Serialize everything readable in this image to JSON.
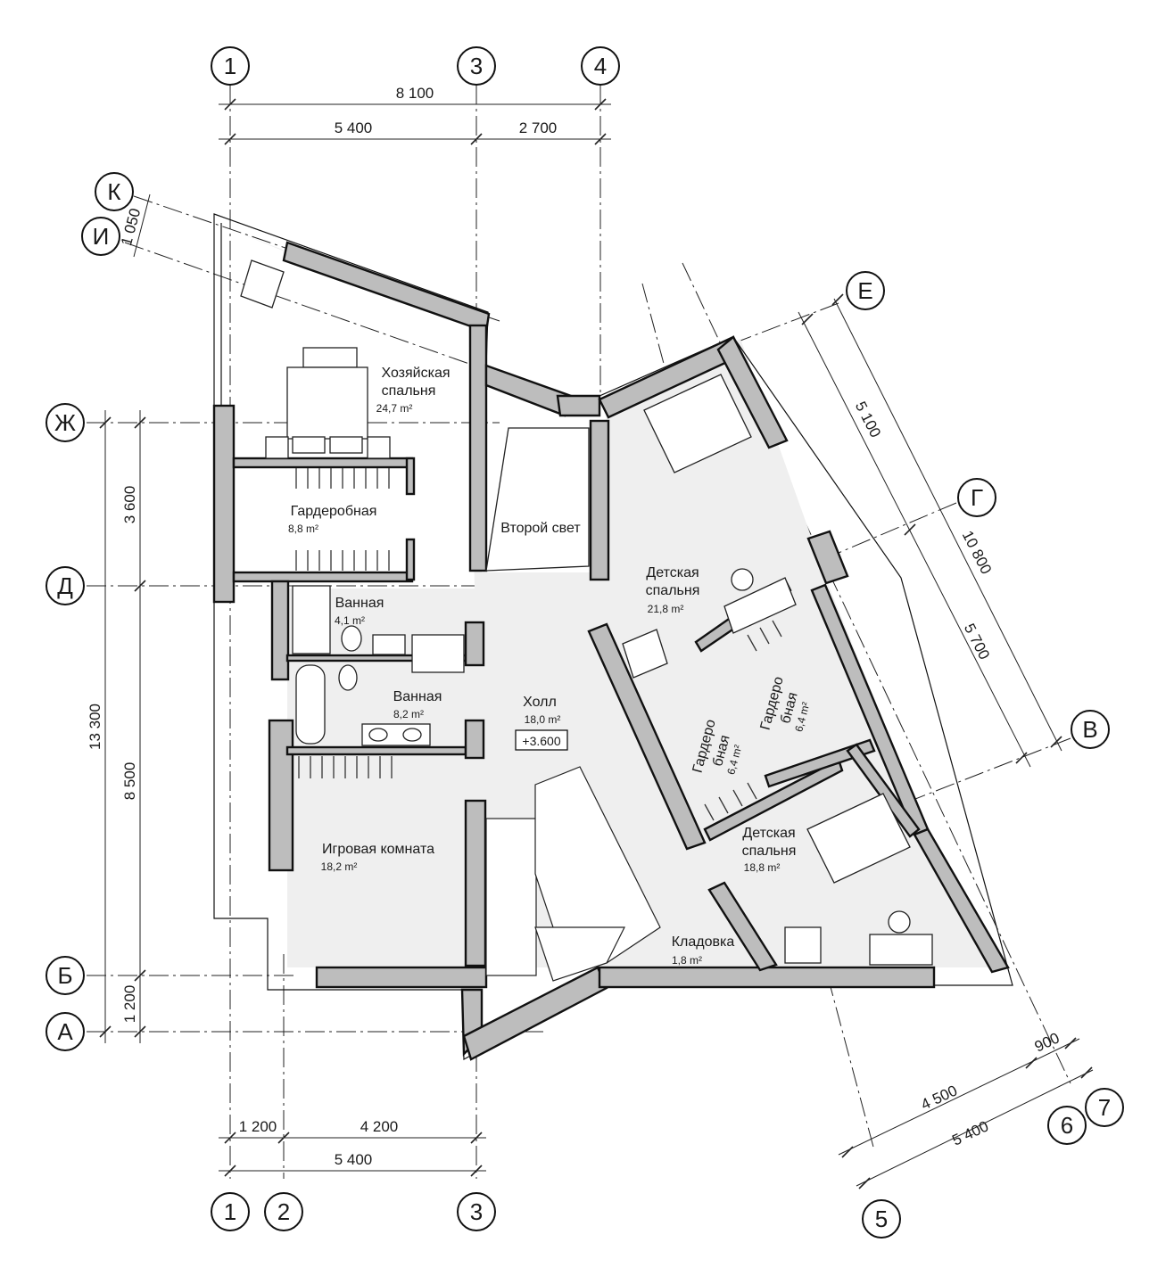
{
  "axes_top": [
    "1",
    "3",
    "4"
  ],
  "axes_bottom": [
    "1",
    "2",
    "3"
  ],
  "axes_left": [
    "К",
    "И",
    "Ж",
    "Д",
    "Б",
    "А"
  ],
  "axes_right_upper": [
    "Е",
    "Г",
    "В"
  ],
  "axes_right_lower": [
    "7",
    "6",
    "5"
  ],
  "dimensions": {
    "top_total": "8 100",
    "top_left": "5 400",
    "top_right": "2 700",
    "left_ki": "1 050",
    "left_zh_d": "3 600",
    "left_total": "13 300",
    "left_d_b": "8 500",
    "left_b_a": "1 200",
    "bottom_1_2": "1 200",
    "bottom_2_3": "4 200",
    "bottom_total": "5 400",
    "right_e_g": "5 100",
    "right_total": "10 800",
    "right_g_v": "5 700",
    "diag_6_7": "900",
    "diag_5_6": "4 500",
    "diag_total": "5 400"
  },
  "rooms": [
    {
      "name": "Хозяйская",
      "name2": "спальня",
      "area": "24,7 m²"
    },
    {
      "name": "Гардеробная",
      "area": "8,8 m²"
    },
    {
      "name": "Второй свет"
    },
    {
      "name": "Ванная",
      "area": "4,1 m²"
    },
    {
      "name": "Ванная",
      "area": "8,2 m²"
    },
    {
      "name": "Холл",
      "area": "18,0 m²",
      "level": "+3.600"
    },
    {
      "name": "Детская",
      "name2": "спальня",
      "area": "21,8 m²"
    },
    {
      "name": "Гардеро",
      "name2": "бная",
      "area": "6,4 m²"
    },
    {
      "name": "Гардеро",
      "name2": "бная",
      "area": "6,4 m²"
    },
    {
      "name": "Детская",
      "name2": "спальня",
      "area": "18,8 m²"
    },
    {
      "name": "Игровая комната",
      "area": "18,2 m²"
    },
    {
      "name": "Кладовка",
      "area": "1,8 m²"
    }
  ]
}
